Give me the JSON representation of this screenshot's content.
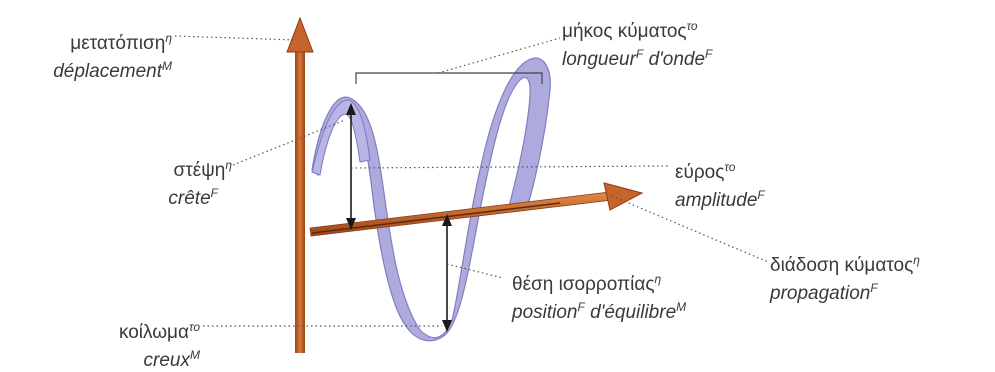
{
  "labels": {
    "displacement": {
      "gr": "μετατόπιση",
      "gr_gender": "η",
      "fr": "déplacement",
      "fr_gender": "M"
    },
    "wavelength": {
      "gr": "μήκος κύματος",
      "gr_gender": "το",
      "fr1": "longueur",
      "fr1_gender": "F",
      "fr2": "d'onde",
      "fr2_gender": "F"
    },
    "crest": {
      "gr": "στέψη",
      "gr_gender": "η",
      "fr": "crête",
      "fr_gender": "F"
    },
    "amplitude": {
      "gr": "εύρος",
      "gr_gender": "το",
      "fr": "amplitude",
      "fr_gender": "F"
    },
    "propagation": {
      "gr": "διάδοση κύματος",
      "gr_gender": "η",
      "fr": "propagation",
      "fr_gender": "F"
    },
    "equilibrium": {
      "gr": "θέση ισορροπίας",
      "gr_gender": "η",
      "fr1": "position",
      "fr1_gender": "F",
      "fr2": "d'équilibre",
      "fr2_gender": "M"
    },
    "trough": {
      "gr": "κοίλωμα",
      "gr_gender": "το",
      "fr": "creux",
      "fr_gender": "M"
    }
  },
  "colors": {
    "axis": "#c8632b",
    "axis_dark": "#8e3c12",
    "wave": "#a9a6dc",
    "wave_edge": "#7c78bd",
    "leader": "#555555"
  }
}
